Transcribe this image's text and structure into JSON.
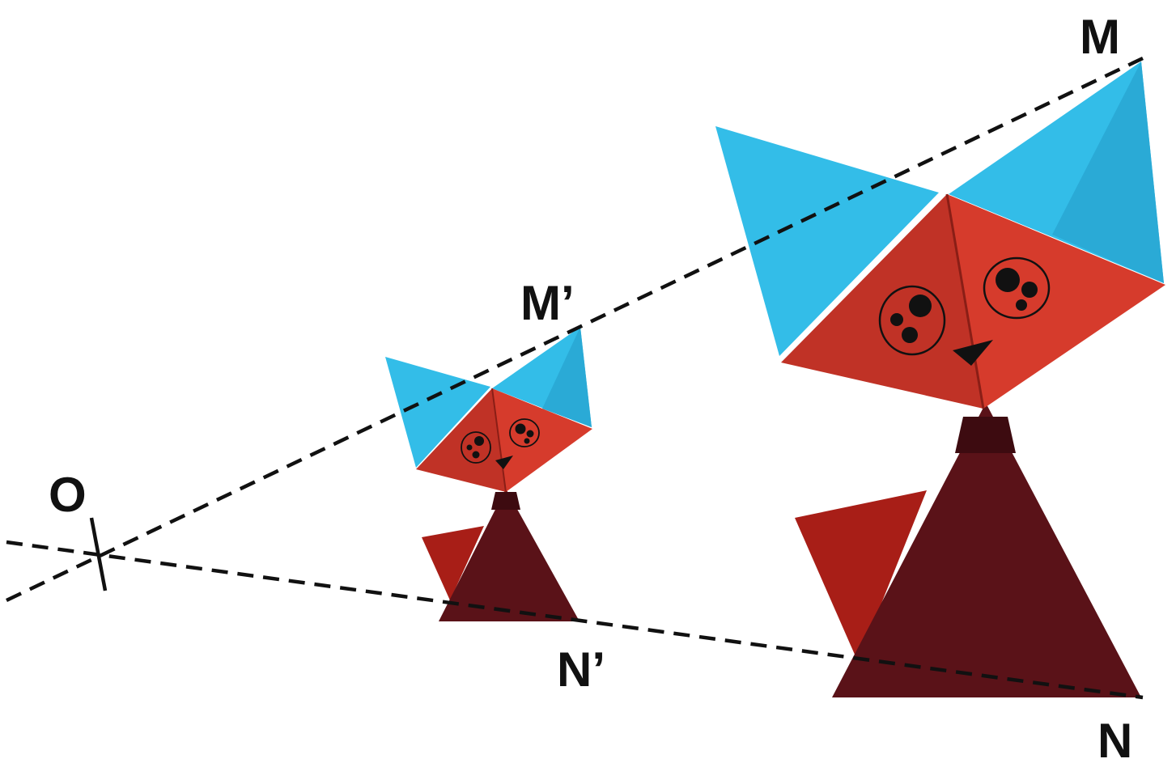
{
  "labels": {
    "O": "O",
    "M": "M",
    "M_prime": "M’",
    "N": "N",
    "N_prime": "N’"
  },
  "colors": {
    "ears": "#33bde8",
    "ear_shade": "#2aaad6",
    "face": "#d63b2c",
    "face_dark": "#c03226",
    "body": "#5a1218",
    "tail": "#a81e17",
    "lines": "#111111",
    "background": "#ffffff"
  }
}
